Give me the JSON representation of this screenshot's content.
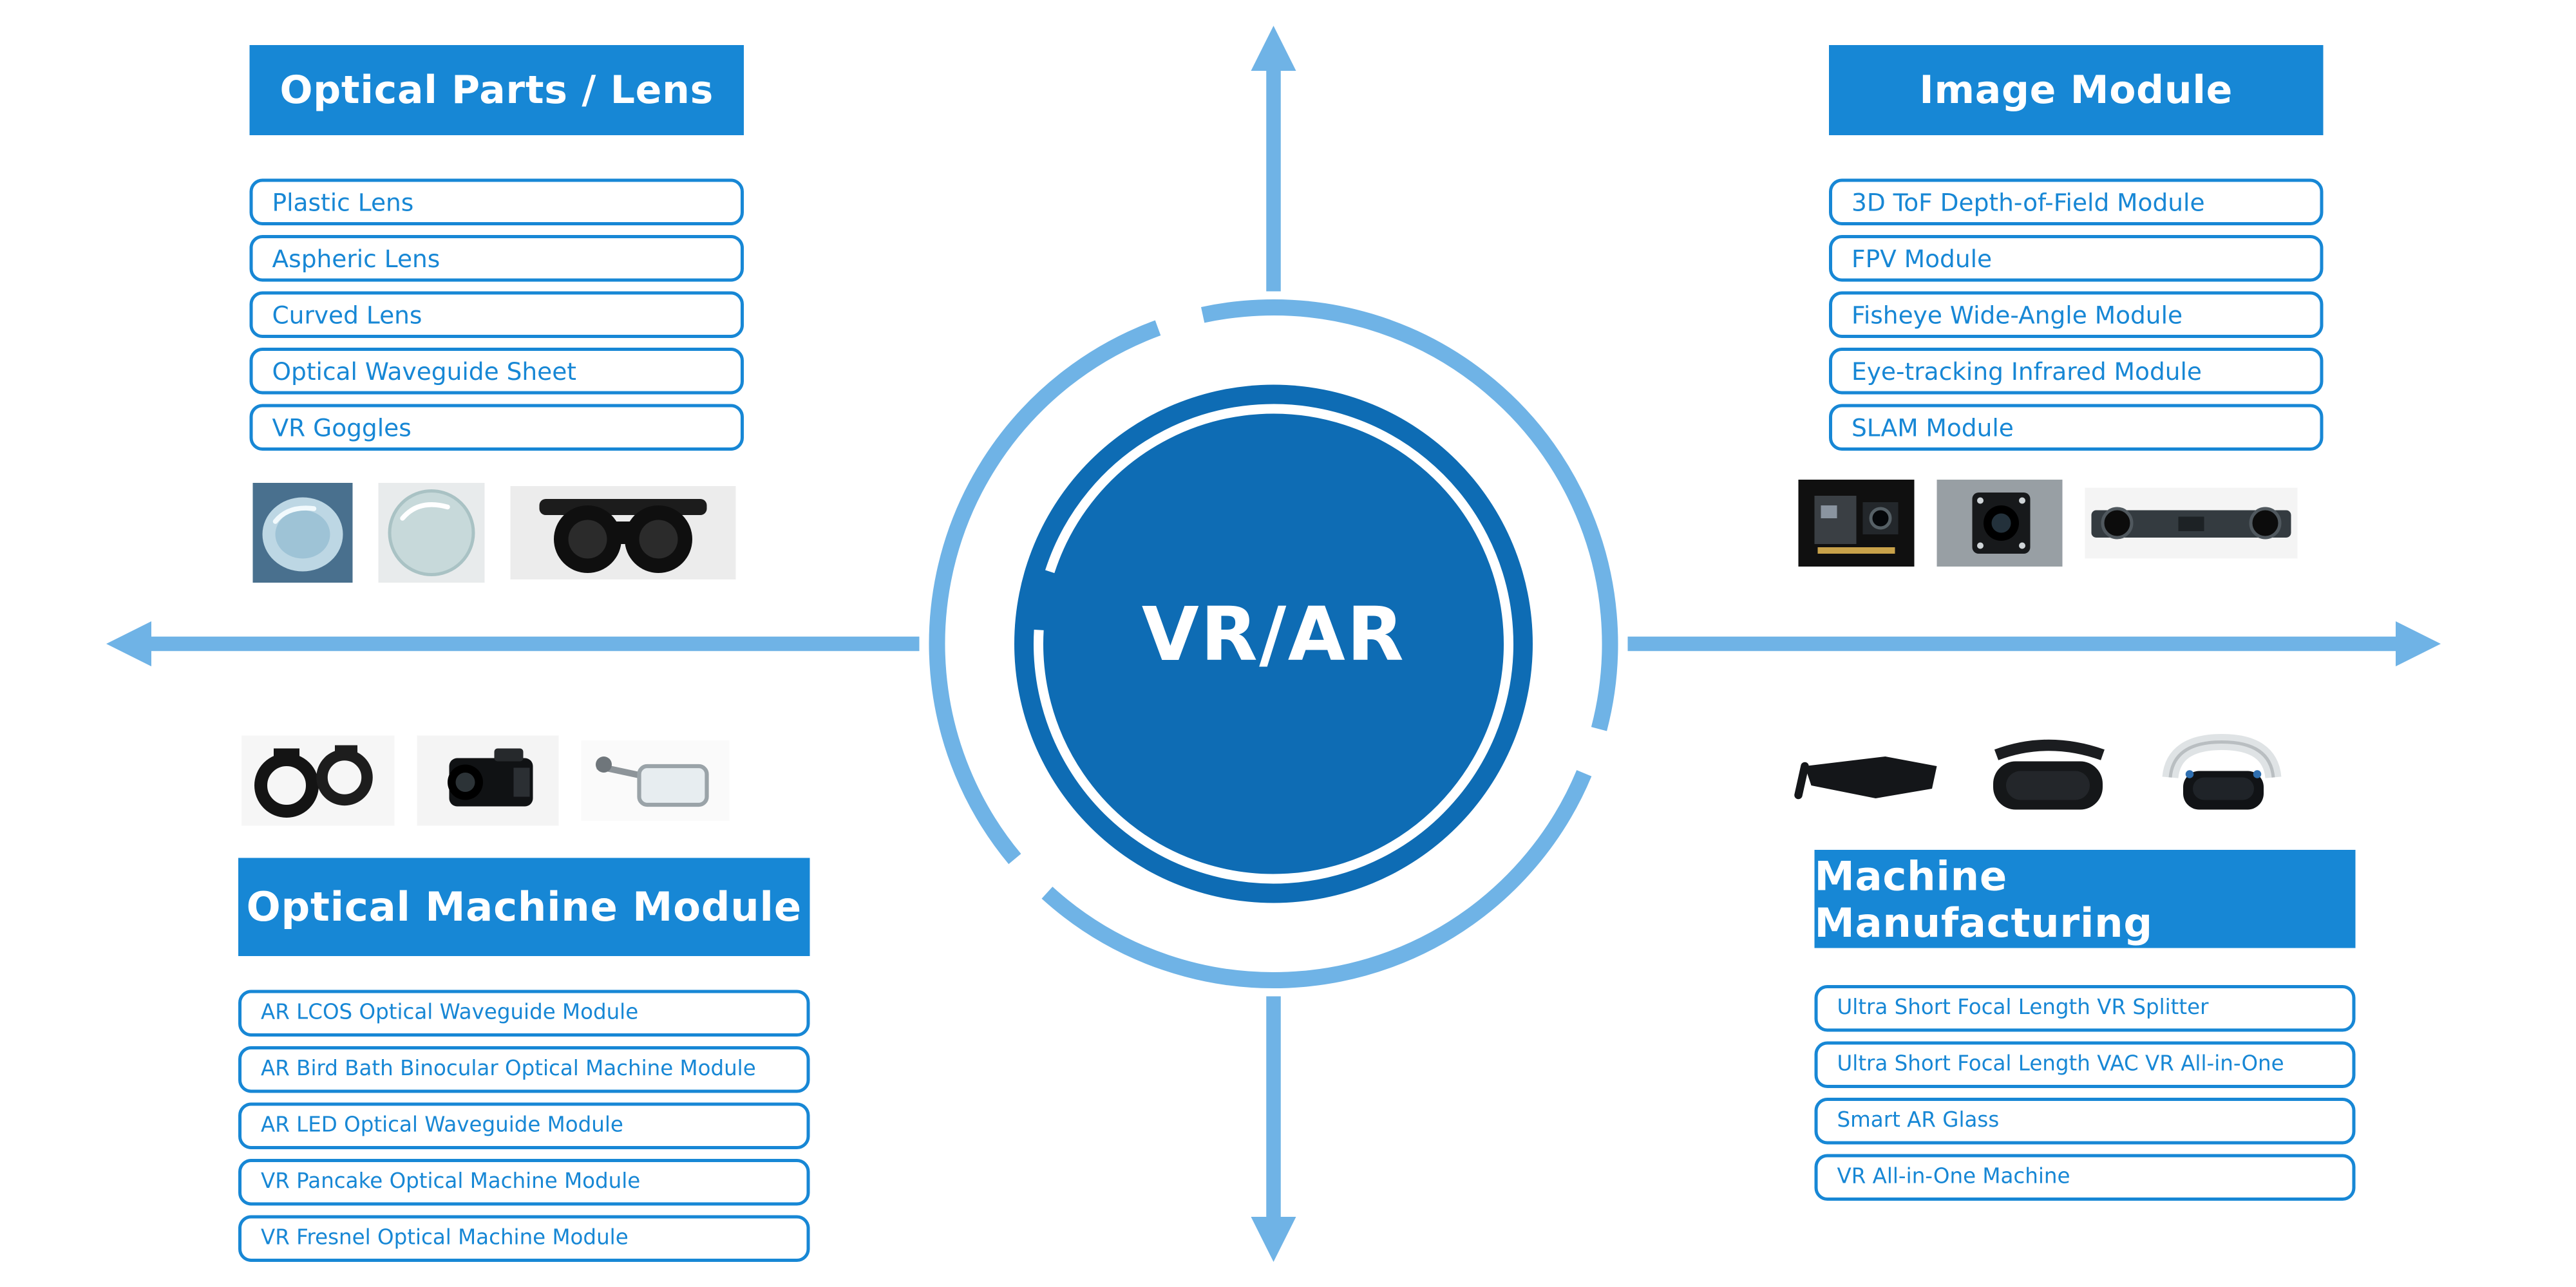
{
  "center": {
    "label": "VR/AR"
  },
  "quadrants": {
    "optical_parts": {
      "title": "Optical Parts / Lens",
      "items": [
        "Plastic Lens",
        "Aspheric Lens",
        "Curved Lens",
        "Optical Waveguide Sheet",
        "VR Goggles"
      ],
      "photos": [
        "plastic-lens-photo",
        "aspheric-lens-photo",
        "vr-goggles-photo"
      ]
    },
    "image_module": {
      "title": "Image Module",
      "items": [
        "3D ToF Depth-of-Field Module",
        "FPV Module",
        "Fisheye Wide-Angle Module",
        "Eye-tracking Infrared Module",
        "SLAM Module"
      ],
      "photos": [
        "tof-module-photo",
        "camera-module-photo",
        "stereo-camera-board-photo"
      ]
    },
    "optical_machine": {
      "title": "Optical Machine Module",
      "items": [
        "AR LCOS Optical Waveguide Module",
        "AR Bird Bath Binocular Optical Machine Module",
        "AR LED Optical Waveguide Module",
        "VR Pancake Optical Machine Module",
        "VR Fresnel Optical Machine Module"
      ],
      "photos": [
        "waveguide-rings-photo",
        "optical-engine-photo",
        "ar-glass-prototype-photo"
      ]
    },
    "machine_manufacturing": {
      "title": "Machine Manufacturing",
      "items": [
        "Ultra Short Focal Length VR Splitter",
        "Ultra Short Focal Length VAC VR All-in-One",
        "Smart AR Glass",
        "VR All-in-One Machine"
      ],
      "photos": [
        "ar-glasses-photo",
        "vr-headset-photo",
        "psvr-headset-photo"
      ]
    }
  },
  "colors": {
    "primary_blue": "#1787d5",
    "light_blue": "#6fb3e6",
    "center_circle_fill": "#0e6cb4",
    "text_on_blue": "#ffffff"
  }
}
